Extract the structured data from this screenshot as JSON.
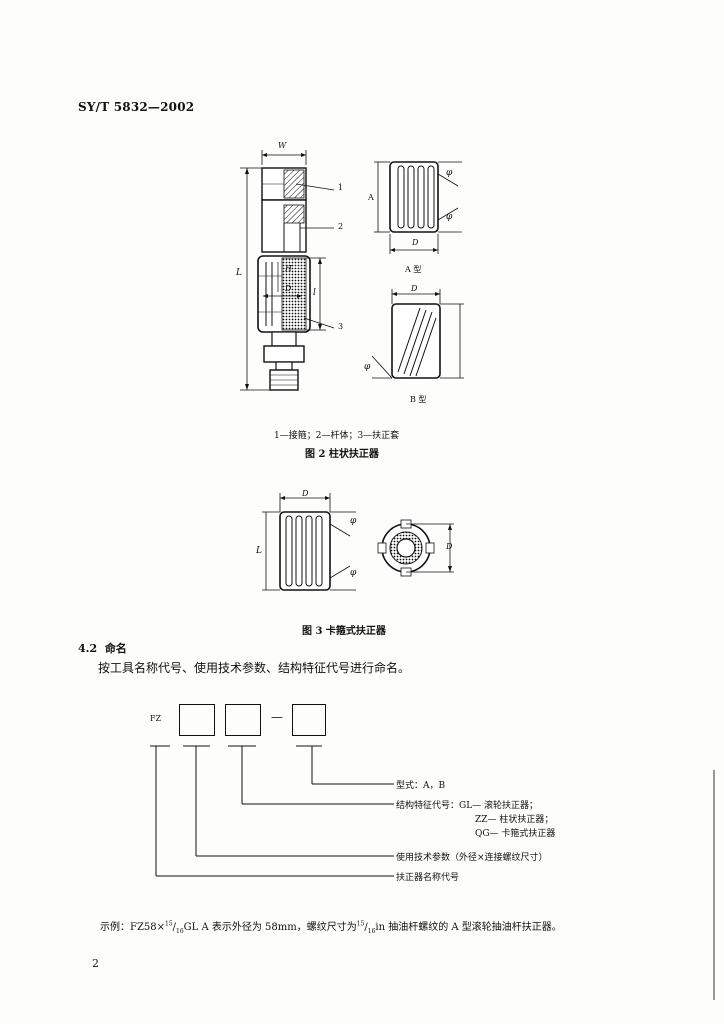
{
  "header": {
    "standard_no": "SY/T 5832—2002"
  },
  "figure2": {
    "labels": {
      "W": "W",
      "L": "L",
      "H": "H",
      "D": "D",
      "l": "l",
      "n1": "1",
      "n2": "2",
      "n3": "3"
    },
    "typeA": {
      "D": "D",
      "phi_top": "φ",
      "phi_bottom": "φ",
      "A": "A",
      "caption": "A 型"
    },
    "typeB": {
      "D": "D",
      "phi": "φ",
      "caption": "B 型"
    },
    "legend": "1—接箍；2—杆体；3—扶正套",
    "caption": "图 2  柱状扶正器"
  },
  "figure3": {
    "labels": {
      "D_top": "D",
      "L": "L",
      "phi_top": "φ",
      "phi_bottom": "φ",
      "D_side": "D"
    },
    "caption": "图 3  卡箍式扶正器"
  },
  "section": {
    "number": "4.2",
    "title": "命名",
    "body": "按工具名称代号、使用技术参数、结构特征代号进行命名。"
  },
  "naming_diagram": {
    "prefix": "FZ",
    "dash": "—",
    "type_label": "型式：A，B",
    "structure_label": "结构特征代号：GL— 滚轮扶正器；",
    "structure_zz": "ZZ— 柱状扶正器；",
    "structure_qg": "QG— 卡箍式扶正器",
    "param_label": "使用技术参数（外径×连接螺纹尺寸）",
    "name_label": "扶正器名称代号"
  },
  "example": {
    "prefix": "示例：FZ58×",
    "sup1": "15",
    "sep1": "/",
    "sub1": "16",
    "code": "GL   A 表示外径为 58mm，螺纹尺寸为",
    "sup2": "15",
    "sep2": "/",
    "sub2": "16",
    "suffix": "in 抽油杆螺纹的 A 型滚轮抽油杆扶正器。"
  },
  "page": {
    "number": "2"
  }
}
